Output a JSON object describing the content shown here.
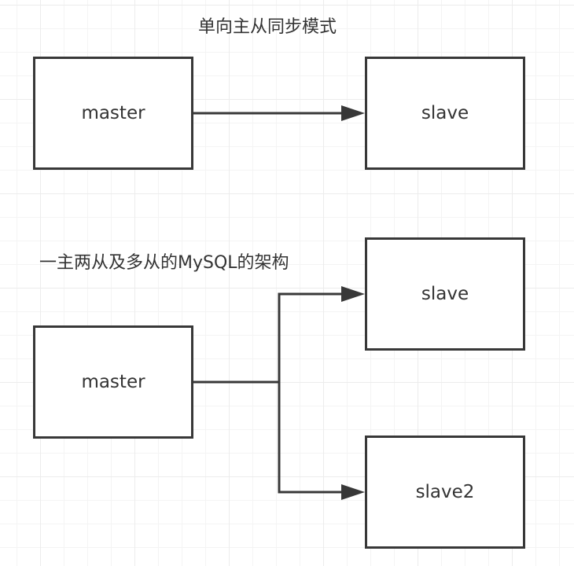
{
  "diagram1": {
    "title": "单向主从同步模式",
    "master_label": "master",
    "slave_label": "slave"
  },
  "diagram2": {
    "title": "一主两从及多从的MySQL的架构",
    "master_label": "master",
    "slave_label": "slave",
    "slave2_label": "slave2"
  },
  "colors": {
    "stroke": "#383838",
    "text": "#333333",
    "grid": "#ececec"
  }
}
